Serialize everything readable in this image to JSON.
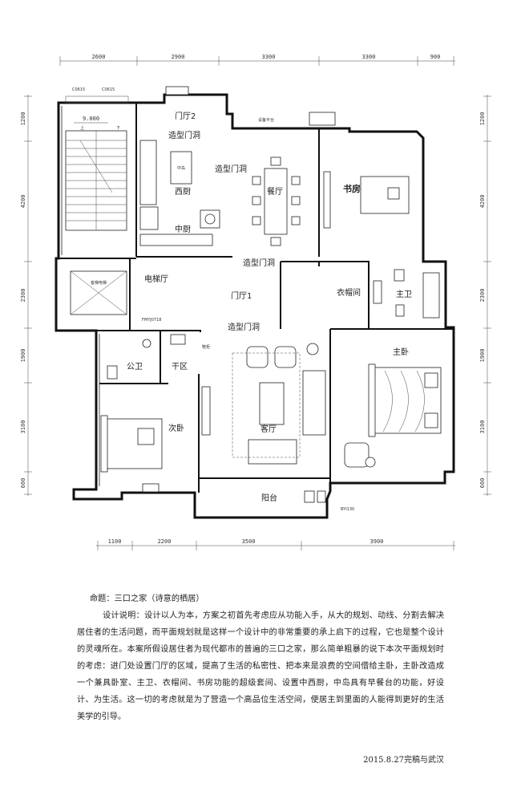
{
  "plan": {
    "dims_top": [
      "2600",
      "2900",
      "3300",
      "3300",
      "900"
    ],
    "dims_bottom": [
      "1100",
      "2200",
      "3500",
      "3900"
    ],
    "dims_left": [
      "1200",
      "4200",
      "2300",
      "1900",
      "3100",
      "600"
    ],
    "dims_right": [
      "1200",
      "4200",
      "2300",
      "1900",
      "3100",
      "600"
    ],
    "windows": [
      "C0615",
      "C0615",
      "BYI130"
    ],
    "stair_level": "9.000",
    "stair_up": "上",
    "stair_down": "下",
    "rooms": {
      "foyer2": "门厅2",
      "arch1": "造型门洞",
      "arch2": "造型门洞",
      "arch3": "造型门洞",
      "arch4": "造型门洞",
      "west_kitchen": "西厨",
      "kitchen": "中厨",
      "dining": "餐厅",
      "study": "书房",
      "lift_hall": "电梯厅",
      "foyer1": "门厅1",
      "closet": "衣帽间",
      "master_bath": "主卫",
      "public_bath": "公卫",
      "dry_area": "干区",
      "master_bed": "主卧",
      "second_bed": "次卧",
      "living": "客厅",
      "balcony": "阳台"
    },
    "small": {
      "island": "中岛",
      "balcony_top": "设备平台",
      "shoe": "鞋柜",
      "door_code": "FMYJ0718",
      "lift": "客梯电梯"
    }
  },
  "text": {
    "title": "命题：三口之家（诗意的栖居）",
    "p1": "设计说明：设计以人为本，方案之初首先考虑应从功能入手，从大的规划、动线、分割去解决居住者的生活问题，而平面规划就是这样一个设计中的非常重要的承上启下的过程，它也是整个设计的灵魂所在。本案所假设居住者为现代都市的普遍的三口之家，那么简单粗暴的说下本次平面规划时的考虑：进门处设置门厅的区域，提高了生活的私密性、把本来是浪费的空间借给主卧，主卧改造成一个兼具卧室、主卫、衣帽间、书房功能的超级套间、设置中西厨，中岛具有早餐台的功能，好设计、为生活。这一切的考虑就是为了营造一个高品位生活空间，使居主到里面的人能得到更好的生活美学的引导。",
    "date": "2015.8.27完稿与武汉"
  }
}
